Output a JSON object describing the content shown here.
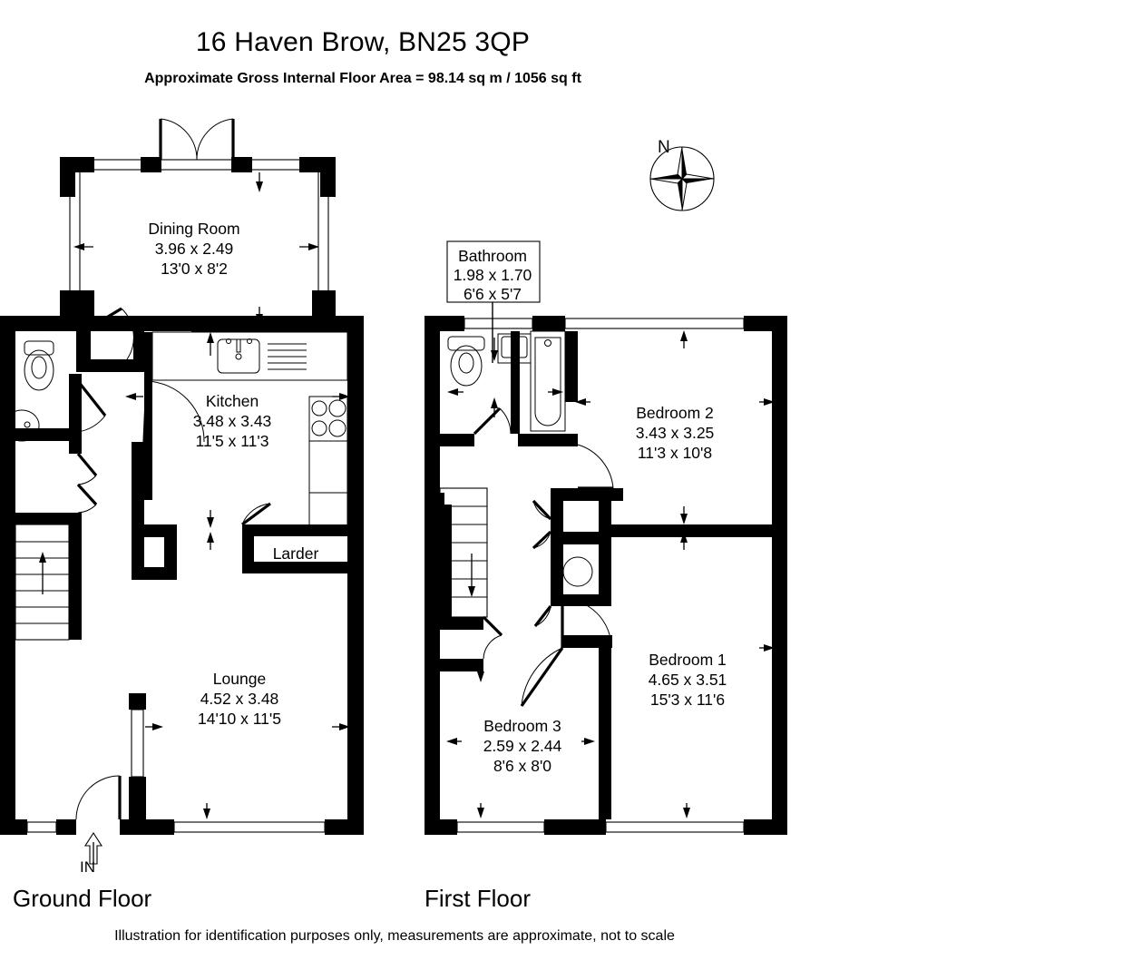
{
  "document": {
    "title": "16 Haven Brow, BN25 3QP",
    "subtitle": "Approximate Gross Internal Floor Area = 98.14 sq m / 1056 sq ft",
    "disclaimer": "Illustration for identification purposes only, measurements are approximate, not to scale"
  },
  "compass": {
    "north_label": "N"
  },
  "entrance": {
    "label": "IN"
  },
  "floors": [
    {
      "id": "ground",
      "label": "Ground Floor",
      "rooms": [
        {
          "name": "Dining Room",
          "metric": "3.96 x 2.49",
          "imperial": "13'0 x 8'2"
        },
        {
          "name": "Kitchen",
          "metric": "3.48 x 3.43",
          "imperial": "11'5 x 11'3"
        },
        {
          "name": "Lounge",
          "metric": "4.52 x 3.48",
          "imperial": "14'10 x 11'5"
        },
        {
          "name": "Larder",
          "metric": "",
          "imperial": ""
        }
      ]
    },
    {
      "id": "first",
      "label": "First Floor",
      "rooms": [
        {
          "name": "Bathroom",
          "metric": "1.98 x 1.70",
          "imperial": "6'6 x 5'7"
        },
        {
          "name": "Bedroom 2",
          "metric": "3.43 x 3.25",
          "imperial": "11'3 x 10'8"
        },
        {
          "name": "Bedroom 1",
          "metric": "4.65 x 3.51",
          "imperial": "15'3 x 11'6"
        },
        {
          "name": "Bedroom 3",
          "metric": "2.59 x 2.44",
          "imperial": "8'6 x 8'0"
        }
      ]
    }
  ],
  "colors": {
    "wall": "#000000",
    "background": "#ffffff",
    "text": "#000000"
  }
}
